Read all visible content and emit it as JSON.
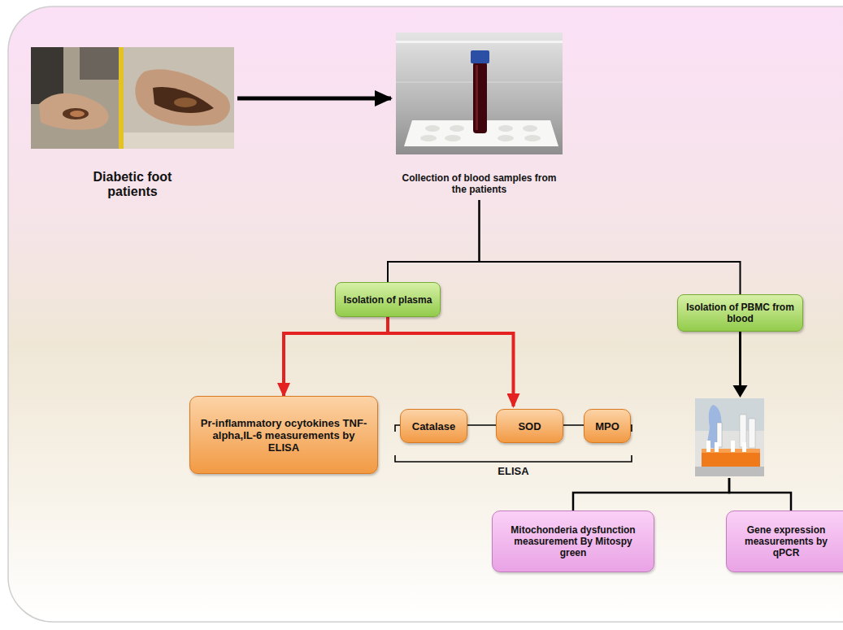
{
  "diagram": {
    "nodes": [
      {
        "text": [
          "Diabetic foot patients"
        ]
      },
      {
        "text": [
          "Collection of blood samples from the patients"
        ]
      },
      {
        "text": [
          "Isolation of plasma"
        ]
      },
      {
        "text": [
          "Isolation of PBMC from blood"
        ]
      },
      {
        "text": [
          "Pr-inflammatory ocytokines TNF-alpha,IL-6 measurements by ELISA"
        ]
      },
      {
        "text": [
          "ELISA"
        ]
      },
      {
        "text": [
          "Catalase"
        ],
        "in": 5
      },
      {
        "text": [
          "SOD"
        ],
        "in": 5
      },
      {
        "text": [
          "MPO"
        ],
        "in": 5
      },
      {
        "text": [
          "Mitochonderia dysfunction measurement By Mitospy green"
        ]
      },
      {
        "text": [
          "Gene expression measurements by qPCR"
        ]
      }
    ],
    "edges": [
      {
        "from": 0,
        "to": 1,
        "arrow": "to"
      },
      {
        "from": 1,
        "to": 2,
        "arrow": "none"
      },
      {
        "from": 1,
        "to": 3,
        "arrow": "none"
      },
      {
        "from": 2,
        "to": 4,
        "arrow": "to"
      },
      {
        "from": 2,
        "to": 5,
        "arrow": "to"
      },
      {
        "from": 3,
        "to": 9,
        "arrow": "none"
      },
      {
        "from": 3,
        "to": 10,
        "arrow": "none"
      }
    ]
  }
}
